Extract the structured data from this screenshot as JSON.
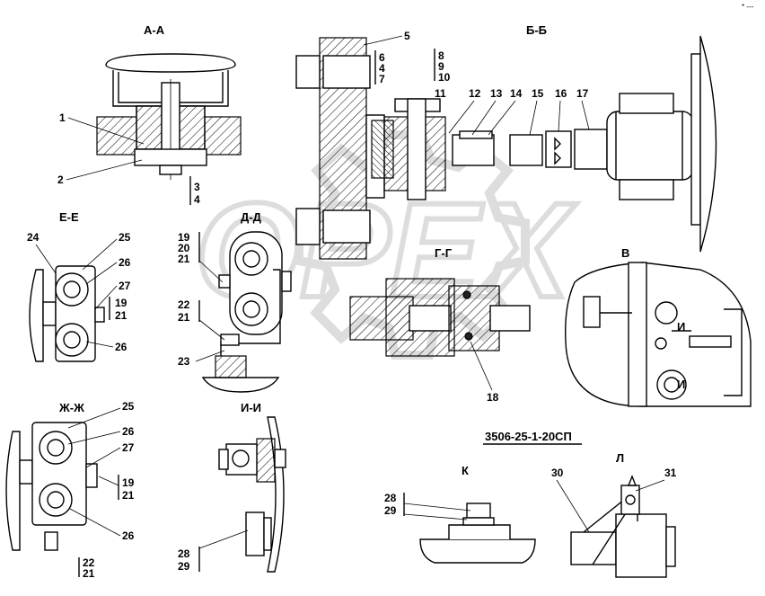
{
  "sections": {
    "aa": "А-А",
    "bb": "Б-Б",
    "ee": "Е-Е",
    "dd": "Д-Д",
    "gg": "Г-Г",
    "v": "В",
    "zhzh": "Ж-Ж",
    "ii": "И-И",
    "k": "К",
    "l": "Л"
  },
  "view_marks": {
    "i1": "И",
    "i2": "И"
  },
  "drawing_code": "3506-25-1-20СП",
  "watermark": "OPEX",
  "corner_mark": "* ---",
  "callouts": {
    "aa": [
      "1",
      "2",
      "3",
      "4"
    ],
    "bb": [
      "5",
      "6",
      "4",
      "7",
      "8",
      "9",
      "10",
      "11",
      "12",
      "13",
      "14",
      "15",
      "16",
      "17"
    ],
    "ee": [
      "24",
      "25",
      "26",
      "27",
      "19",
      "21",
      "26"
    ],
    "dd": [
      "19",
      "20",
      "21",
      "22",
      "21",
      "23"
    ],
    "gg": [
      "18"
    ],
    "zhzh": [
      "25",
      "26",
      "27",
      "19",
      "21",
      "26",
      "22",
      "21"
    ],
    "ii": [
      "28",
      "29"
    ],
    "k": [
      "28",
      "29"
    ],
    "l": [
      "30",
      "31"
    ]
  }
}
